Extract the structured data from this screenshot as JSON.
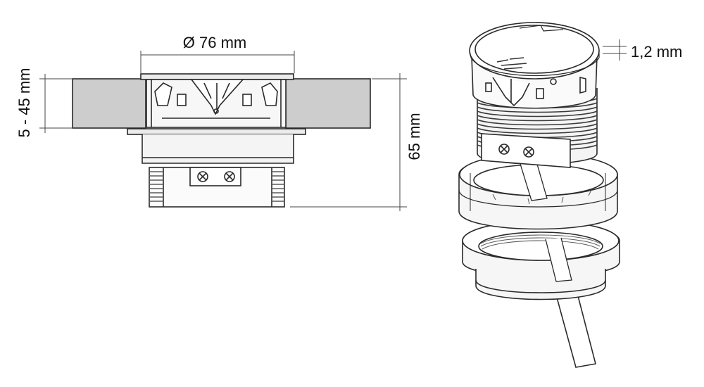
{
  "dimensions": {
    "diameter": "Ø 76 mm",
    "thickness_range": "5 - 45 mm",
    "height": "65 mm",
    "lid_thickness": "1,2 mm"
  },
  "colors": {
    "line": "#2a2a2a",
    "desk": "#cdcdcd",
    "body": "#f4f4f4",
    "thread": "#5a5a5a"
  }
}
